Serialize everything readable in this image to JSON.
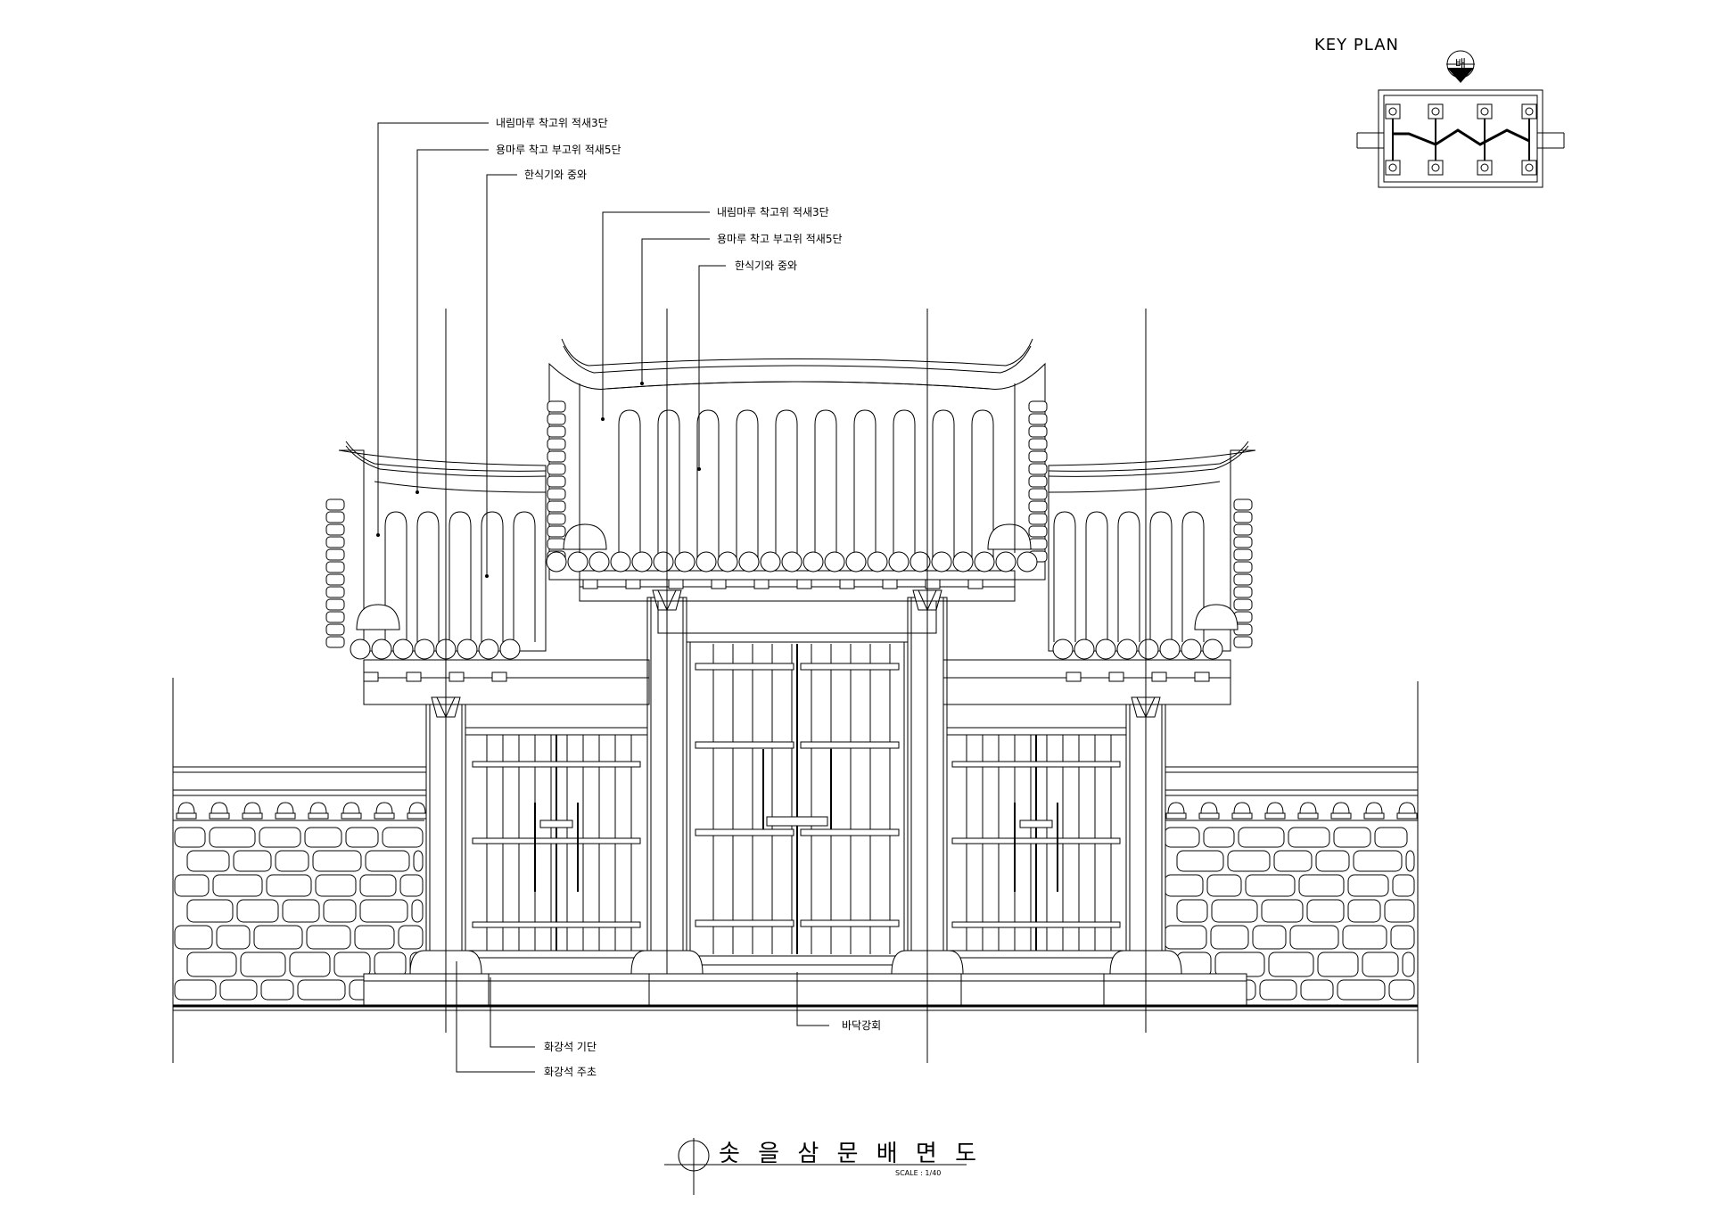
{
  "key_plan": {
    "title": "KEY PLAN",
    "direction_marker": "배"
  },
  "callouts_left": [
    "내림마루 착고위 적새3단",
    "용마루 착고 부고위 적새5단",
    "한식기와 중와"
  ],
  "callouts_center": [
    "내림마루 착고위 적새3단",
    "용마루 착고 부고위 적새5단",
    "한식기와 중와"
  ],
  "callouts_bottom": [
    "바닥강회",
    "화강석 기단",
    "화강석 주초"
  ],
  "drawing_title": "솟 을 삼 문   배 면 도",
  "scale": "SCALE  :  1/40"
}
